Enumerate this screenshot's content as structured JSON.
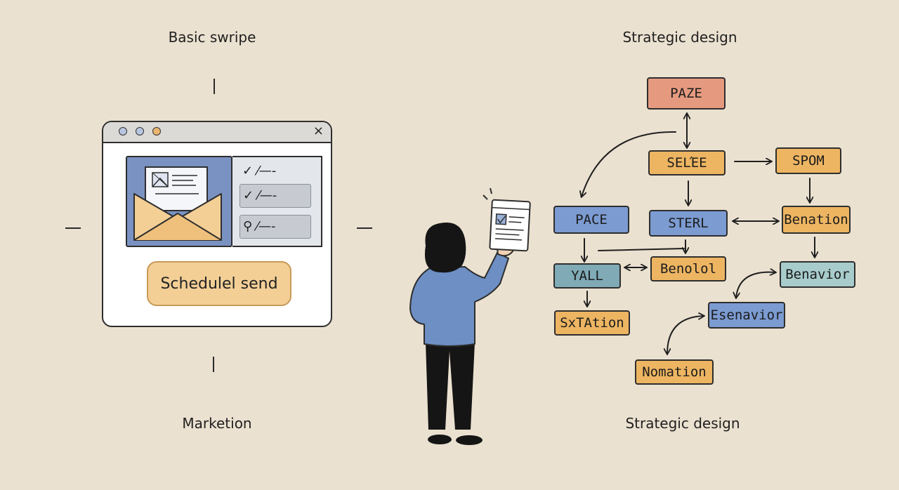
{
  "captions": {
    "top_left": "Basic swripe",
    "top_right": "Strategic design",
    "bottom_left": "Marketion",
    "bottom_right": "Strategic design"
  },
  "window": {
    "close_glyph": "×",
    "rows": [
      {
        "icon": "check-icon",
        "text": "✓ ⁄—-"
      },
      {
        "icon": "check-icon",
        "text": "✓ ⁄—-"
      },
      {
        "icon": "search-icon",
        "text": "⚲ ⁄—-"
      }
    ],
    "schedule_label": "Schedulel send"
  },
  "flow": {
    "nodes": {
      "page_top": "PAΖE",
      "sele": "SELΈE",
      "spom": "SPOM",
      "pace": "PACE",
      "sterl": "STERL",
      "benation": "Benation",
      "yall": "YALL",
      "benolol": "Benolol",
      "behavior": "Benavior",
      "sxtation": "SxTAtion",
      "esenavior": "Esenavior",
      "nomation": "Nomation"
    }
  },
  "colors": {
    "background": "#ebe1d0",
    "salmon": "#e59a80",
    "orange": "#edb562",
    "blue": "#7b9bd1",
    "teal": "#7faab6",
    "light_teal": "#a7cccb",
    "button": "#f3cf96"
  }
}
